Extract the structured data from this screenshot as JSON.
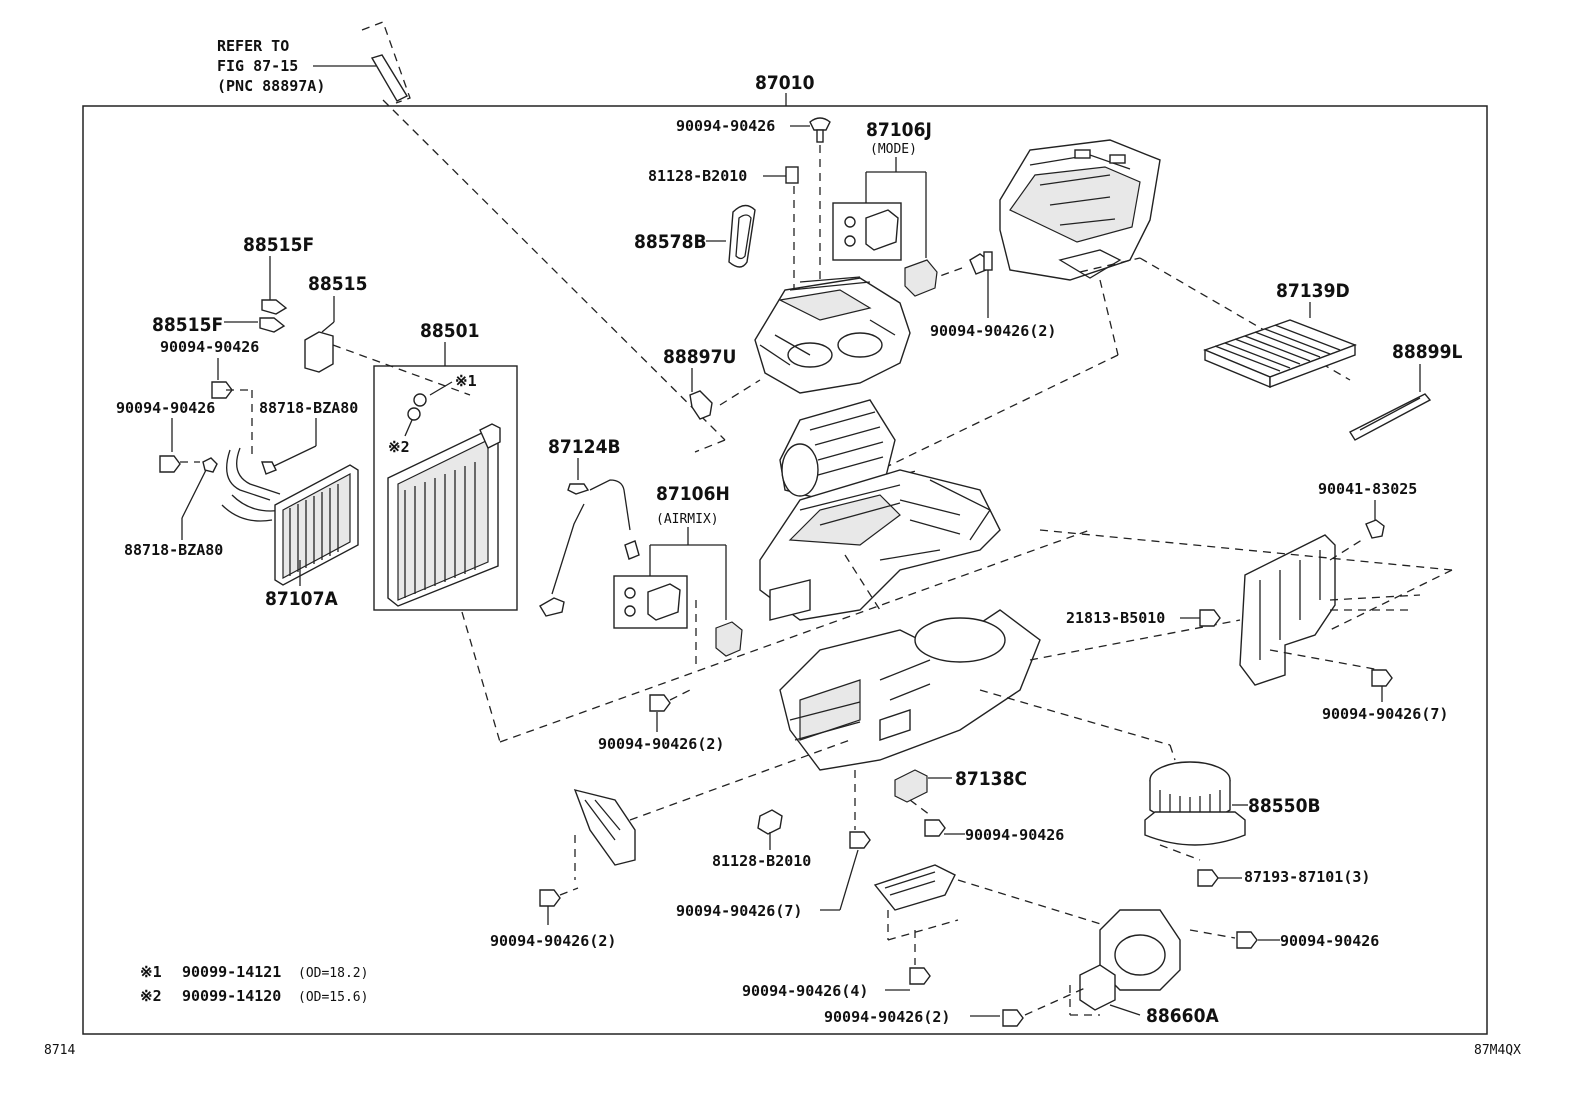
{
  "reference": {
    "line1": "REFER TO",
    "line2": "FIG 87-15",
    "line3": "(PNC 88897A)"
  },
  "assembly_label": "87010",
  "parts": {
    "p1": "90094-90426",
    "p2": "87106J",
    "p2_sub": "(MODE)",
    "p3": "81128-B2010",
    "p4": "88578B",
    "p5": "88515F",
    "p6": "88515",
    "p7": "88515F",
    "p8": "90094-90426",
    "p9": "88501",
    "p10": "90094-90426(2)",
    "p11": "87139D",
    "p12": "88897U",
    "p13": "88899L",
    "p14": "90094-90426",
    "p15": "88718-BZA80",
    "p16": "87124B",
    "p17": "88718-BZA80",
    "p18": "87106H",
    "p18_sub": "(AIRMIX)",
    "p19": "90041-83025",
    "p20": "87107A",
    "p21": "21813-B5010",
    "p22": "90094-90426(7)",
    "p23": "90094-90426(2)",
    "p24": "87138C",
    "p25": "88550B",
    "p26": "90094-90426",
    "p27": "81128-B2010",
    "p28": "87193-87101(3)",
    "p29": "90094-90426(7)",
    "p30": "90094-90426(2)",
    "p31": "90094-90426",
    "p32": "90094-90426(4)",
    "p33": "88660A",
    "p34": "90094-90426(2)"
  },
  "marks": {
    "m1": "※1",
    "m2": "※2"
  },
  "notes": {
    "n1_mark": "※1",
    "n1_part": "90099-14121",
    "n1_dim": "(OD=18.2)",
    "n2_mark": "※2",
    "n2_part": "90099-14120",
    "n2_dim": "(OD=15.6)"
  },
  "footer": {
    "left": "8714",
    "right": "87M4QX"
  }
}
